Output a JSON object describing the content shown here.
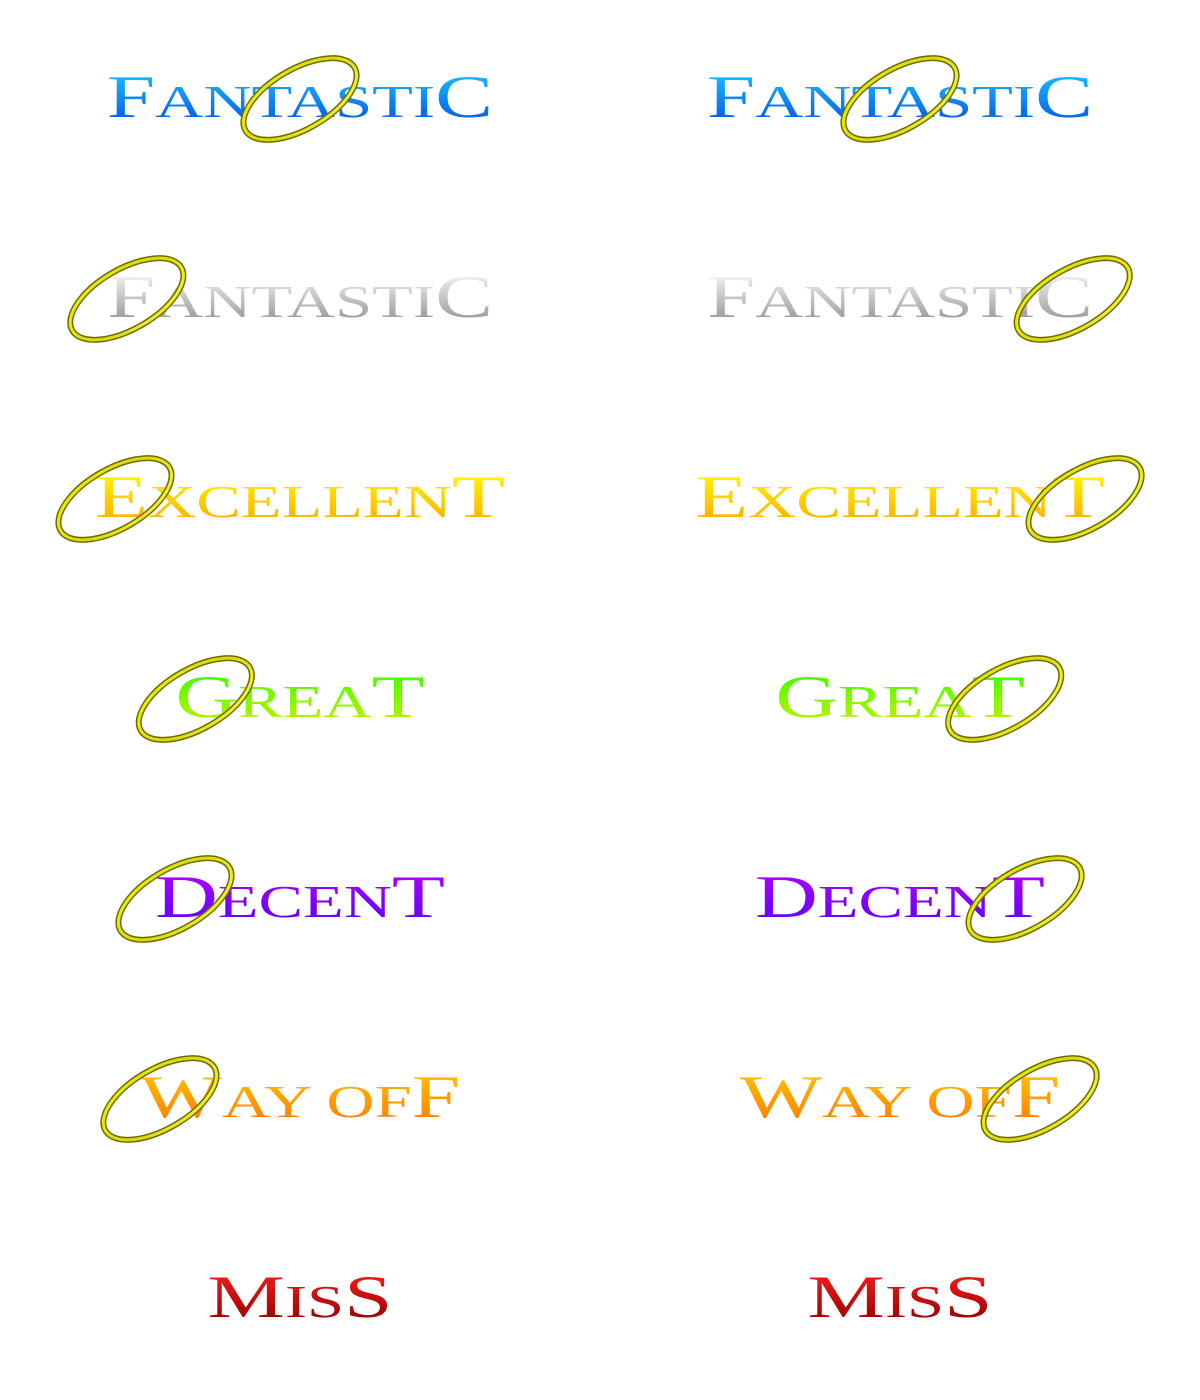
{
  "judgments": [
    {
      "id": "fantastic-blue",
      "words": [
        {
          "big": "F",
          "small": "ANTASTI"
        },
        {
          "big": "C",
          "small": ""
        }
      ],
      "gradient": {
        "top": "#1ec8ff",
        "bottom": "#0050e6"
      },
      "ring": {
        "fill": "#e6e600",
        "edge": "#6b6b00"
      },
      "ring_position_left": "mid",
      "ring_position_right": "mid"
    },
    {
      "id": "fantastic-silver",
      "words": [
        {
          "big": "F",
          "small": "ANTASTI"
        },
        {
          "big": "C",
          "small": ""
        }
      ],
      "gradient": {
        "top": "#ffffff",
        "bottom": "#8c8c8c"
      },
      "ring": {
        "fill": "#e6e600",
        "edge": "#6b6b00"
      },
      "ring_position_left": "start",
      "ring_position_right": "end"
    },
    {
      "id": "excellent",
      "words": [
        {
          "big": "E",
          "small": "XCELLEN"
        },
        {
          "big": "T",
          "small": ""
        }
      ],
      "gradient": {
        "top": "#ffff00",
        "bottom": "#ffa600"
      },
      "ring": {
        "fill": "#e6e600",
        "edge": "#6b6b00"
      },
      "ring_position_left": "start",
      "ring_position_right": "end"
    },
    {
      "id": "great",
      "words": [
        {
          "big": "G",
          "small": "REA"
        },
        {
          "big": "T",
          "small": ""
        }
      ],
      "gradient": {
        "top": "#33ff00",
        "bottom": "#c8f000"
      },
      "ring": {
        "fill": "#e6e600",
        "edge": "#6b6b00"
      },
      "ring_position_left": "start",
      "ring_position_right": "end"
    },
    {
      "id": "decent",
      "words": [
        {
          "big": "D",
          "small": "ECEN"
        },
        {
          "big": "T",
          "small": ""
        }
      ],
      "gradient": {
        "top": "#b400ff",
        "bottom": "#5a00ff"
      },
      "ring": {
        "fill": "#e6e600",
        "edge": "#6b6b00"
      },
      "ring_position_left": "start",
      "ring_position_right": "end"
    },
    {
      "id": "way-off",
      "words": [
        {
          "big": "W",
          "small": "AY OF"
        },
        {
          "big": "F",
          "small": ""
        }
      ],
      "gradient": {
        "top": "#ffc800",
        "bottom": "#ff7800"
      },
      "ring": {
        "fill": "#e6e600",
        "edge": "#6b6b00"
      },
      "ring_position_left": "start",
      "ring_position_right": "end"
    },
    {
      "id": "miss",
      "words": [
        {
          "big": "M",
          "small": "IS"
        },
        {
          "big": "S",
          "small": ""
        }
      ],
      "gradient": {
        "top": "#ff1e1e",
        "bottom": "#8c0000"
      },
      "ring": null,
      "ring_position_left": "none",
      "ring_position_right": "none"
    }
  ]
}
